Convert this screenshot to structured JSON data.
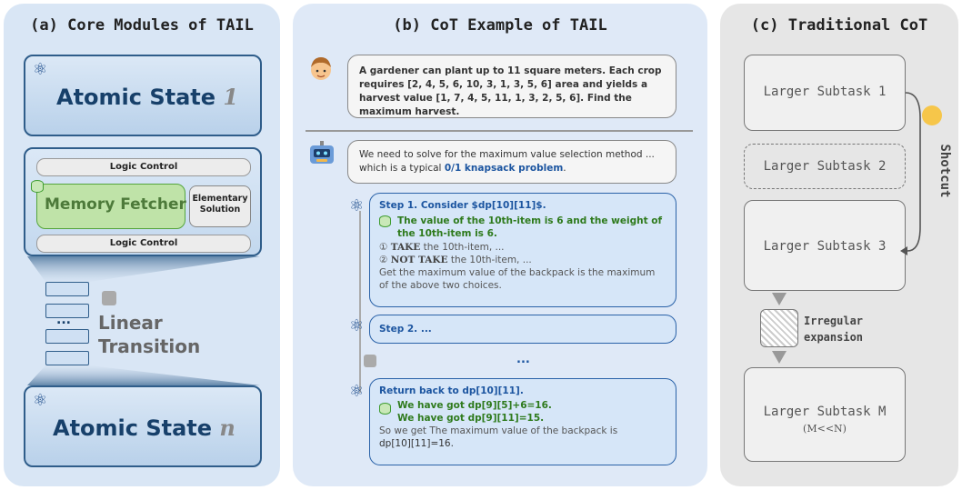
{
  "panel_a": {
    "title": "(a) Core Modules of TAIL",
    "atomic_state_top": "Atomic State",
    "atomic_state_top_index": "1",
    "logic_control_top": "Logic Control",
    "memory_fetcher": "Memory Fetcher",
    "elementary_solution": "Elementary Solution",
    "logic_control_bottom": "Logic Control",
    "dots": "...",
    "linear_transition": "Linear Transition",
    "atomic_state_bottom": "Atomic State",
    "atomic_state_bottom_index": "n"
  },
  "panel_b": {
    "title": "(b) CoT Example of TAIL",
    "question": "A gardener can plant up to 11 square meters. Each crop requires [2, 4, 5, 6, 10, 3, 1, 3, 5, 6] area and yields a harvest value [1, 7, 4, 5, 11, 1, 3, 2, 5, 6]. Find the maximum harvest.",
    "answer_intro": "We need to solve for the maximum value selection method ... which is a typical ",
    "answer_highlight": "0/1 knapsack problem",
    "answer_end": ".",
    "step1": {
      "header": "Step 1. Consider $dp[10][11]$.",
      "memory": "The value of the 10th-item is 6 and the weight of the 10th-item is 6.",
      "opt1_num": "①",
      "opt1_bold": "TAKE",
      "opt1_rest": " the 10th-item, ...",
      "opt2_num": "②",
      "opt2_bold": "NOT TAKE",
      "opt2_rest": " the 10th-item, ...",
      "conclusion": "Get the maximum value of the backpack is the maximum of the above two choices."
    },
    "step2": {
      "header": "Step 2. ..."
    },
    "ellipsis": "...",
    "final": {
      "header": "Return back to dp[10][11].",
      "mem1": "We have got dp[9][5]+6=16.",
      "mem2": "We have got dp[9][11]=15.",
      "conclusion_a": "So we get The maximum value of the backpack is",
      "conclusion_b": "dp[10][11]=16."
    }
  },
  "panel_c": {
    "title": "(c) Traditional CoT",
    "subtask1": "Larger Subtask 1",
    "subtask2": "Larger Subtask 2",
    "subtask3": "Larger Subtask 3",
    "shortcut": "Shotcut",
    "irregular": "Irregular expansion",
    "subtaskM": "Larger Subtask M",
    "subtaskM_note": "(M<<N)"
  },
  "colors": {
    "panel_a_bg": "#d9e6f5",
    "panel_b_bg": "#dfe9f7",
    "panel_c_bg": "#e6e6e6",
    "accent_blue": "#1f4e8c",
    "memory_green": "#2e7a1c"
  }
}
